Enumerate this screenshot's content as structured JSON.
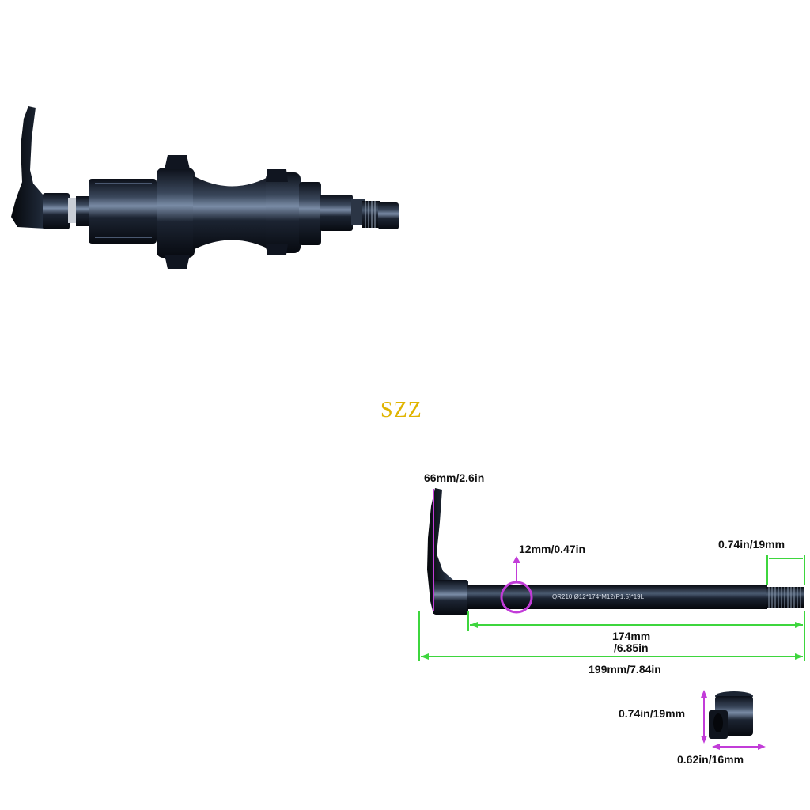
{
  "watermark": "SZZ",
  "colors": {
    "metal_dark": "#0b0f18",
    "metal_mid": "#2a3444",
    "metal_highlight": "#6d7f99",
    "green_dim": "#3ed63e",
    "magenta_dim": "#d23bd9",
    "label_text": "#111111",
    "watermark": "#e0b400"
  },
  "axle": {
    "engraving": "QR210  Ø12*174*M12(P1.5)*19L"
  },
  "dimensions": {
    "lever_height": "66mm/2.6in",
    "axle_diameter": "12mm/0.47in",
    "thread_length": "0.74in/19mm",
    "axle_length_mm": "174mm",
    "axle_length_in": "/6.85in",
    "total_length": "199mm/7.84in",
    "nut_height": "0.74in/19mm",
    "nut_width": "0.62in/16mm"
  }
}
